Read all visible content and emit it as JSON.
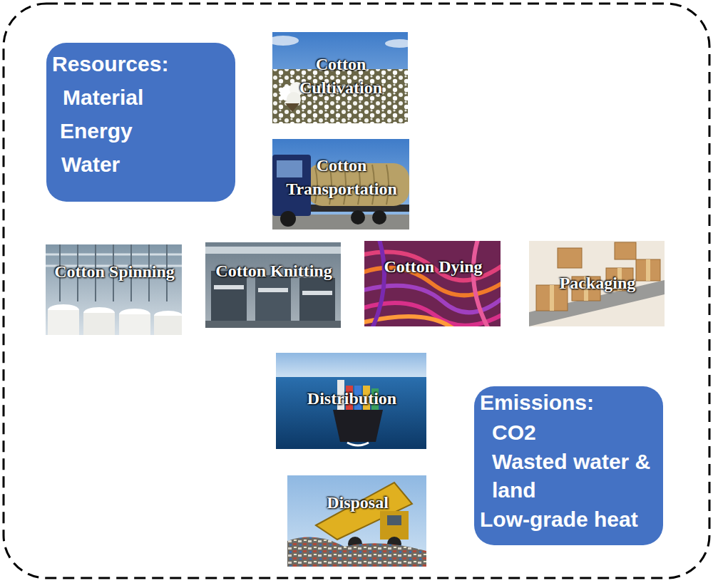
{
  "diagram": {
    "nodes": [
      {
        "text": [
          "Resources:",
          "Material",
          "Energy",
          "Water"
        ]
      },
      {
        "text": [
          "Cotton Cultivation"
        ]
      },
      {
        "text": [
          "Cotton Transportation"
        ]
      },
      {
        "text": [
          "Cotton Spinning"
        ]
      },
      {
        "text": [
          "Cotton Knitting"
        ]
      },
      {
        "text": [
          "Cotton Dying"
        ]
      },
      {
        "text": [
          "Packaging"
        ]
      },
      {
        "text": [
          "Distribution"
        ]
      },
      {
        "text": [
          "Emissions:",
          "CO2",
          "Wasted water & land",
          "Low-grade heat"
        ]
      },
      {
        "text": [
          "Disposal"
        ]
      }
    ]
  }
}
